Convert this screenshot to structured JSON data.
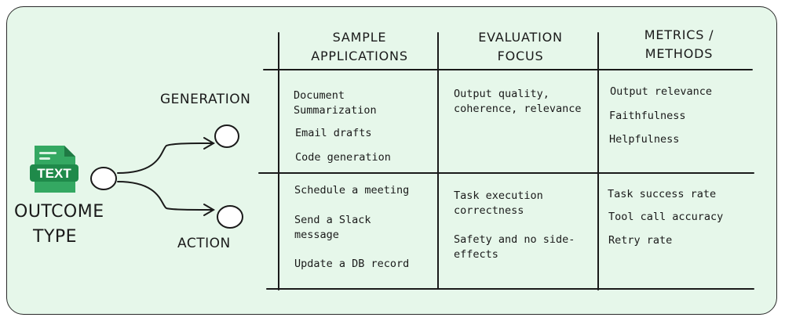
{
  "outcome_type": {
    "line1": "OUTCOME",
    "line2": "TYPE",
    "icon_label": "TEXT"
  },
  "branches": {
    "generation": "GENERATION",
    "action": "ACTION"
  },
  "table": {
    "headers": {
      "col1": {
        "line1": "SAMPLE",
        "line2": "APPLICATIONS"
      },
      "col2": {
        "line1": "EVALUATION",
        "line2": "FOCUS"
      },
      "col3": {
        "line1": "METRICS /",
        "line2": "METHODS"
      }
    },
    "generation_row": {
      "applications": [
        "Document\nSummarization",
        "Email drafts",
        "Code generation"
      ],
      "focus": [
        "Output quality,\ncoherence, relevance"
      ],
      "metrics": [
        "Output relevance",
        "Faithfulness",
        "Helpfulness"
      ]
    },
    "action_row": {
      "applications": [
        "Schedule a meeting",
        "Send a Slack\nmessage",
        "Update a DB record"
      ],
      "focus": [
        "Task execution\ncorrectness",
        "Safety and no side-\neffects"
      ],
      "metrics": [
        "Task success rate",
        "Tool call accuracy",
        "Retry rate"
      ]
    }
  },
  "colors": {
    "background": "#e6f7ea",
    "icon": "#2e9e5a",
    "ink": "#1a1a1a"
  }
}
